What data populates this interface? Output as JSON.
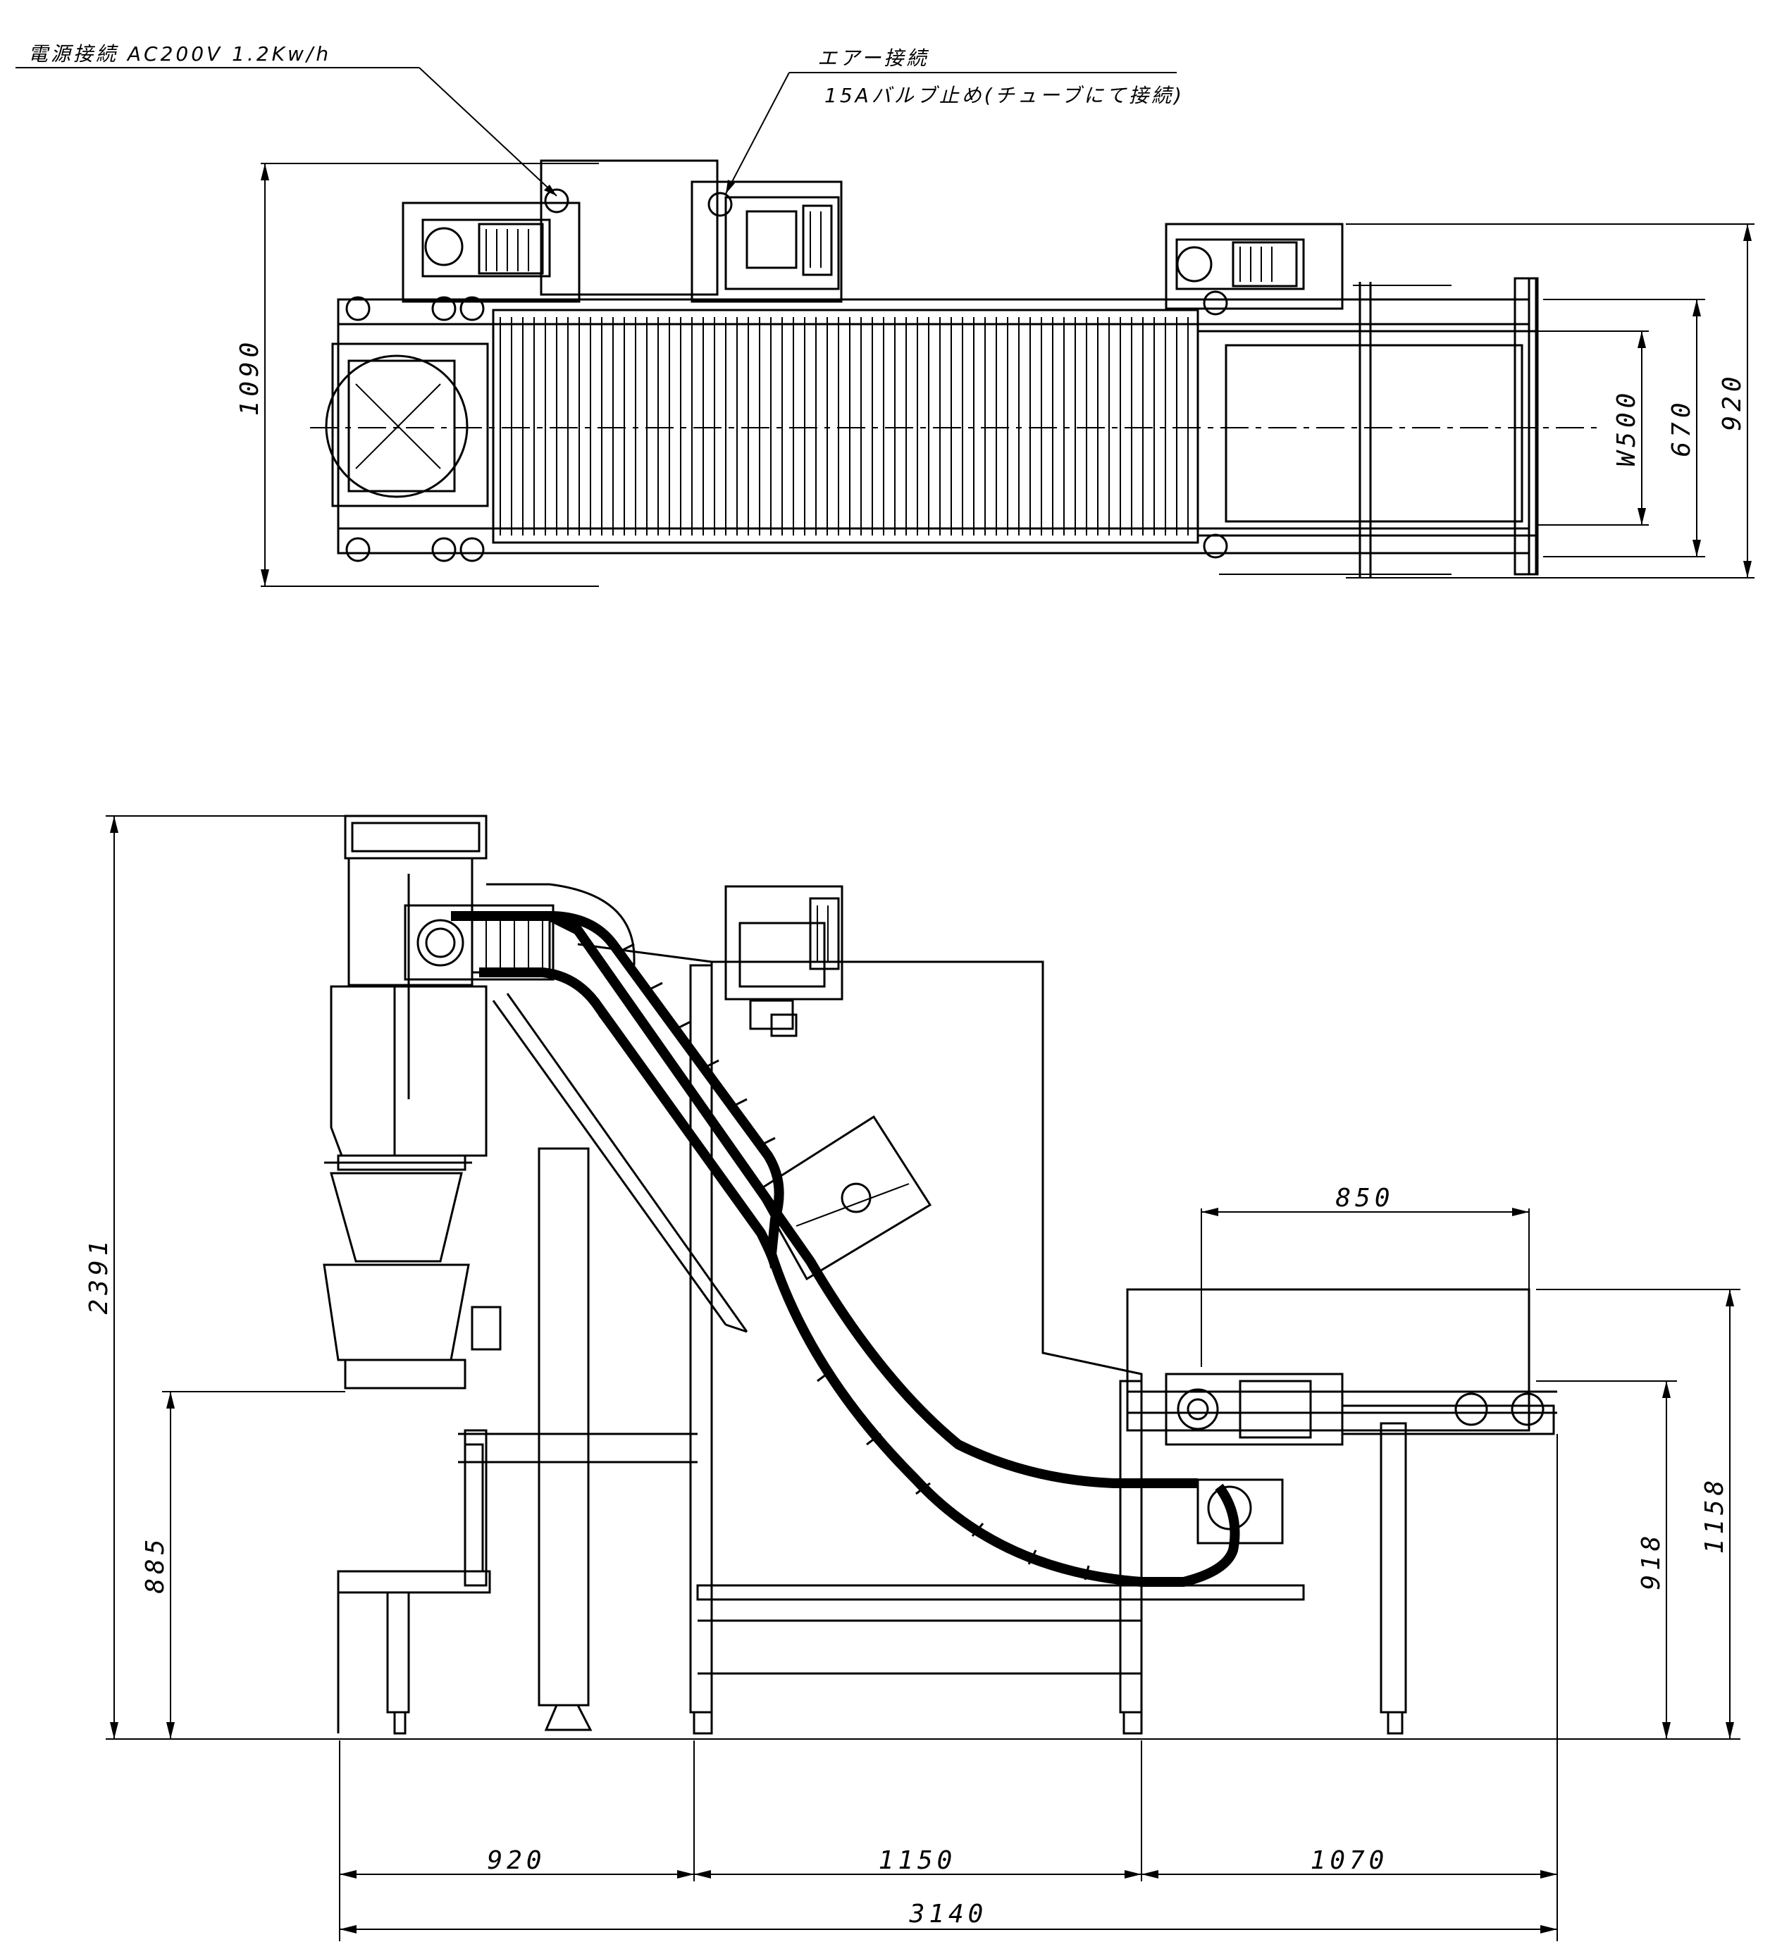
{
  "notes": {
    "power": "電源接続 AC200V 1.2Kw/h",
    "air_title": "エアー接続",
    "air_detail": "15Aバルブ止め(チューブにて接続)"
  },
  "dimensions": {
    "plan_overall_depth": "1090",
    "plan_belt_width": "W500",
    "plan_frame_width": "670",
    "plan_overall_width": "920",
    "elev_overall_height": "2391",
    "elev_left_height": "885",
    "elev_discharge_length": "850",
    "elev_right_height_1": "918",
    "elev_right_height_2": "1158",
    "elev_span_1": "920",
    "elev_span_2": "1150",
    "elev_span_3": "1070",
    "elev_overall_length": "3140"
  }
}
